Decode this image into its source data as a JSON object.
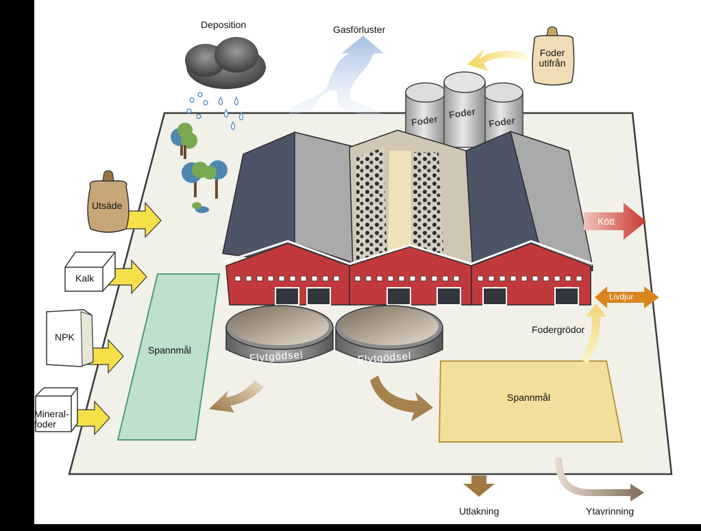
{
  "labels": {
    "deposition": "Deposition",
    "gasforluster": "Gasförluster",
    "foder_utifran_line1": "Foder",
    "foder_utifran_line2": "utifrån",
    "silo": "Foder",
    "utsade": "Utsäde",
    "kalk": "Kalk",
    "npk": "NPK",
    "mineral_line1": "Mineral-",
    "mineral_line2": "foder",
    "spannmal_left": "Spannmål",
    "spannmal_right": "Spannmål",
    "flytgodsel": "Flytgödsel",
    "kott": "Kött",
    "livdjur": "Livdjur",
    "fodergrodor": "Fodergrödor",
    "utlakning": "Utlakning",
    "ytavrinning": "Ytavrinning"
  },
  "colors": {
    "ground": "#f1f0e9",
    "ground_border": "#3b3b3b",
    "barn_red": "#c2393b",
    "roof_dark": "#4e5468",
    "roof_light": "#a9aaaa",
    "field_green": "#bfe0cc",
    "field_yellow": "#f2df9c",
    "input_arrow": "#f5e04a",
    "meat_arrow": "#c8382f",
    "livdjur_arrow": "#d8851f",
    "manure_arrow": "#a07a45"
  }
}
